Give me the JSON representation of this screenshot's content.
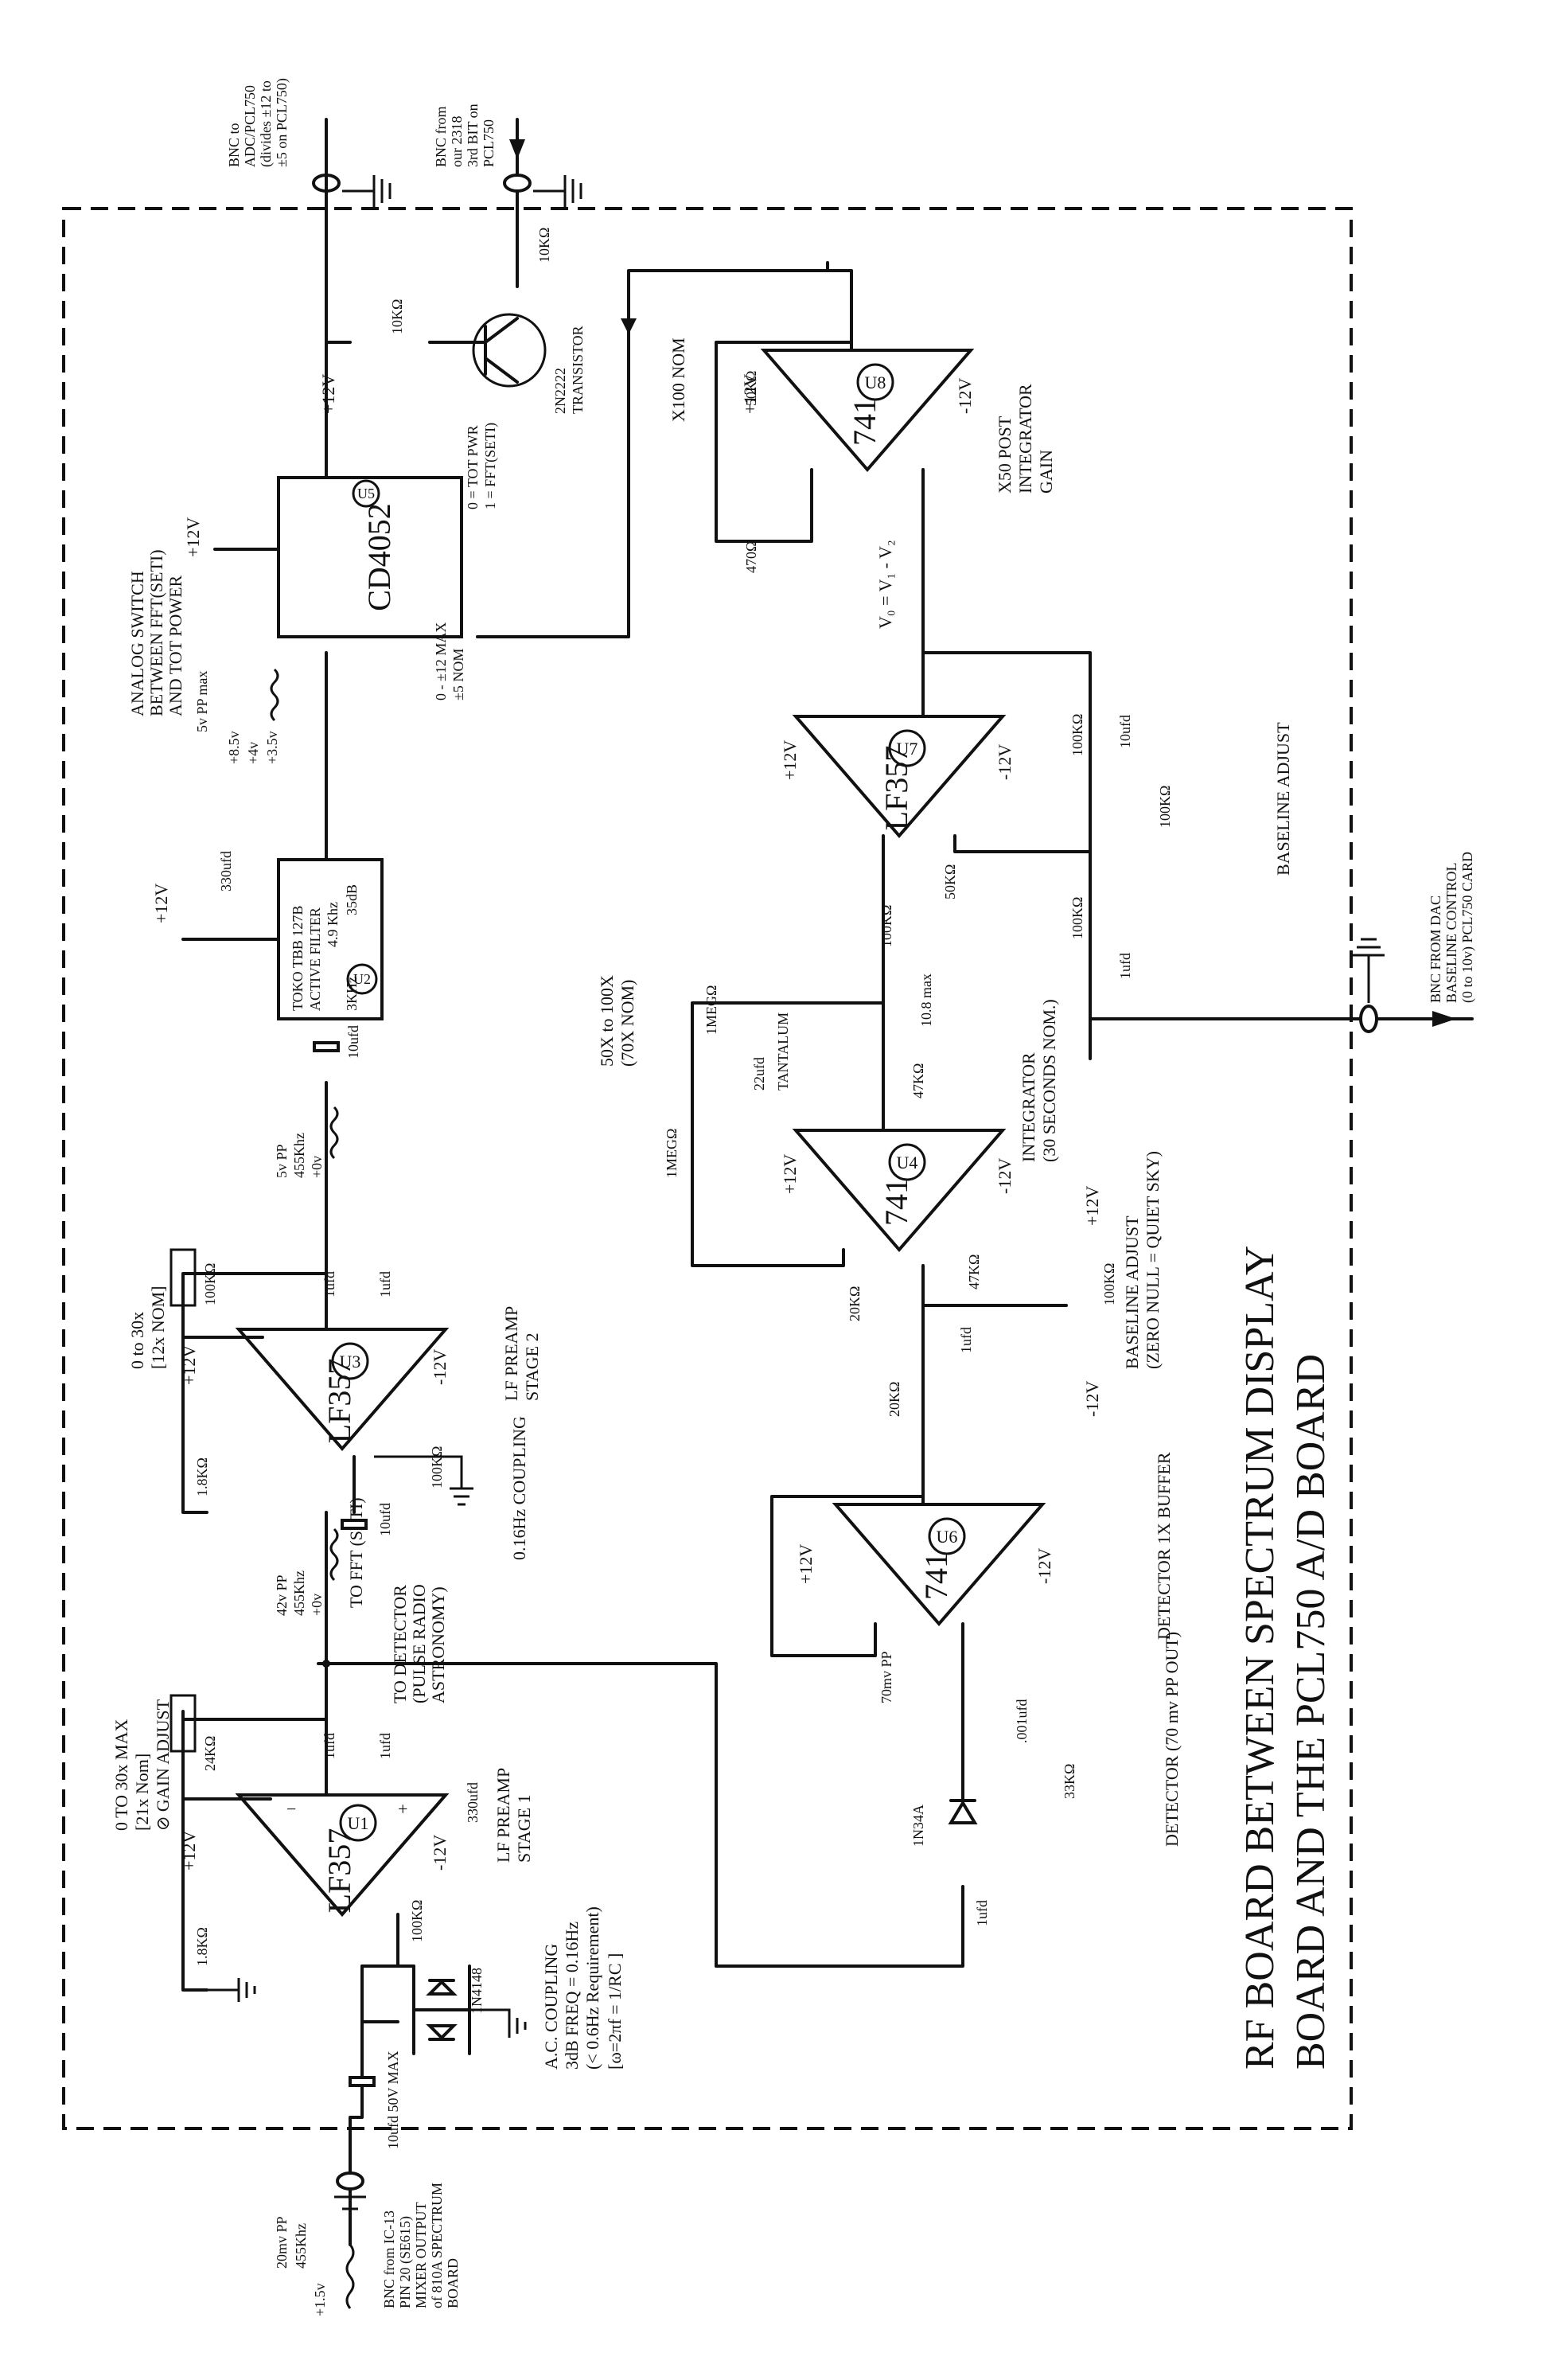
{
  "title": {
    "line1": "RF BOARD BETWEEN SPECTRUM DISPLAY",
    "line2": "BOARD AND THE PCL750 A/D BOARD"
  },
  "connectors": {
    "bnc_in": [
      "BNC from IC-13",
      "PIN 20 (SE615)",
      "MIXER OUTPUT",
      "of 810A SPECTRUM",
      "BOARD"
    ],
    "bnc_adc": [
      "BNC to",
      "ADC/PCL750",
      "(divides ±12 to",
      "±5 on PCL750)"
    ],
    "bnc_bit": [
      "BNC from",
      "our 2318",
      "3rd BIT on",
      "PCL750"
    ],
    "bnc_dac": [
      "BNC FROM DAC",
      "BASELINE CONTROL",
      "(0 to 10v) PCL750 CARD"
    ]
  },
  "chips": {
    "u1": {
      "ref": "U1",
      "part": "LF357"
    },
    "u3": {
      "ref": "U3",
      "part": "LF357"
    },
    "u6": {
      "ref": "U6",
      "part": "741"
    },
    "u4": {
      "ref": "U4",
      "part": "741"
    },
    "u7": {
      "ref": "U7",
      "part": "LF357"
    },
    "u8": {
      "ref": "U8",
      "part": "741"
    },
    "u2": {
      "ref": "U2",
      "lines": [
        "TOKO TBB 127B",
        "ACTIVE FILTER"
      ],
      "freq": "3KHz",
      "db": "35dB",
      "f2": "4.9 Khz"
    },
    "u5": {
      "ref": "U5",
      "part": "CD4052"
    }
  },
  "sections": {
    "ac_coupling": [
      "A.C. COUPLING",
      "3dB FREQ = 0.16Hz",
      "(< 0.6Hz Requirement)",
      "[ω=2πf = 1/RC ]"
    ],
    "preamp1": [
      "LF PREAMP",
      "STAGE 1"
    ],
    "preamp2": [
      "LF PREAMP",
      "STAGE 2"
    ],
    "coupling": "0.16Hz COUPLING",
    "detector": "DETECTOR (70 mv PP OUT)",
    "buffer": "DETECTOR 1X BUFFER",
    "integrator": [
      "INTEGRATOR",
      "(30 SECONDS NOM.)"
    ],
    "baseline1": [
      "BASELINE ADJUST",
      "(ZERO NULL = QUIET SKY)"
    ],
    "baseline2": "BASELINE ADJUST",
    "post": [
      "X50 POST",
      "INTEGRATOR",
      "GAIN"
    ],
    "switch": [
      "ANALOG SWITCH",
      "BETWEEN FFT(SETI)",
      "AND TOT POWER"
    ],
    "to_detector": [
      "TO DETECTOR",
      "(PULSE RADIO",
      "ASTRONOMY)"
    ],
    "to_fft": "TO FFT (SETI)",
    "transistor": [
      "2N2222",
      "TRANSISTOR"
    ],
    "equation": "V₀ = V₁ - V₂"
  },
  "gains": {
    "g1": [
      "0 TO 30x MAX",
      "[21x Nom]",
      "⊘ GAIN ADJUST"
    ],
    "g2": [
      "0 to 30x",
      "[12x NOM]"
    ],
    "g3": [
      "50X to 100X",
      "(70X NOM)"
    ],
    "g4": "X100 NOM"
  },
  "signals": {
    "s_in": [
      "20mv PP",
      "455Khz",
      "+1.5v"
    ],
    "s1": [
      "42v PP",
      "455Khz",
      "+0v"
    ],
    "s2": [
      "5v PP",
      "455Khz",
      "+0v"
    ],
    "s3": [
      "5v PP max",
      "+8.5v",
      "+4v",
      "+3.5v"
    ],
    "s4": [
      "70mv PP"
    ],
    "s5": "10.8 max",
    "sw": [
      "0 = TOT PWR",
      "1 = FFT(SETI)"
    ],
    "range": [
      "0 - ±12 MAX",
      "±5 NOM"
    ]
  },
  "parts": {
    "r_in1": "1.8KΩ",
    "r_in2": "24KΩ",
    "r_100k_a": "100KΩ",
    "c_in": "10ufd 50V MAX",
    "diode": "1N4148",
    "c_330": "330ufd",
    "c_1a": "1ufd",
    "c_1b": "1ufd",
    "c_1c": "1ufd",
    "c_1d": "1ufd",
    "r_u3a": "1.8KΩ",
    "r_u3b": "100KΩ",
    "r_u3c": "100KΩ",
    "c_u3": "10ufd",
    "c_filt_in": "10ufd",
    "c_filt": "330ufd",
    "det_d": "1N34A",
    "det_c": "1ufd",
    "det_c2": ".001ufd",
    "det_r": "33KΩ",
    "r_20k": "20KΩ",
    "c_1e": "1ufd",
    "r_20k2": "20KΩ",
    "r_47k": "47KΩ",
    "pot_100k": "100KΩ",
    "r_1meg": "1MEGΩ",
    "pot_1meg": "1MEGΩ",
    "c_22": "22ufd",
    "c_22b": "TANTALUM",
    "r_47k2": "47KΩ",
    "r_100k_b": "100KΩ",
    "r_50k": "50KΩ",
    "r_100k_c": "100KΩ",
    "r_100k_d": "100KΩ",
    "r_100k_e": "100KΩ",
    "c_1f": "1ufd",
    "c_10b": "10ufd",
    "r_470": "470Ω",
    "pot_50k": "50KΩ",
    "r_10k_a": "10KΩ",
    "r_10k_b": "10KΩ"
  },
  "supply": {
    "pos": "+12V",
    "neg": "-12V"
  }
}
